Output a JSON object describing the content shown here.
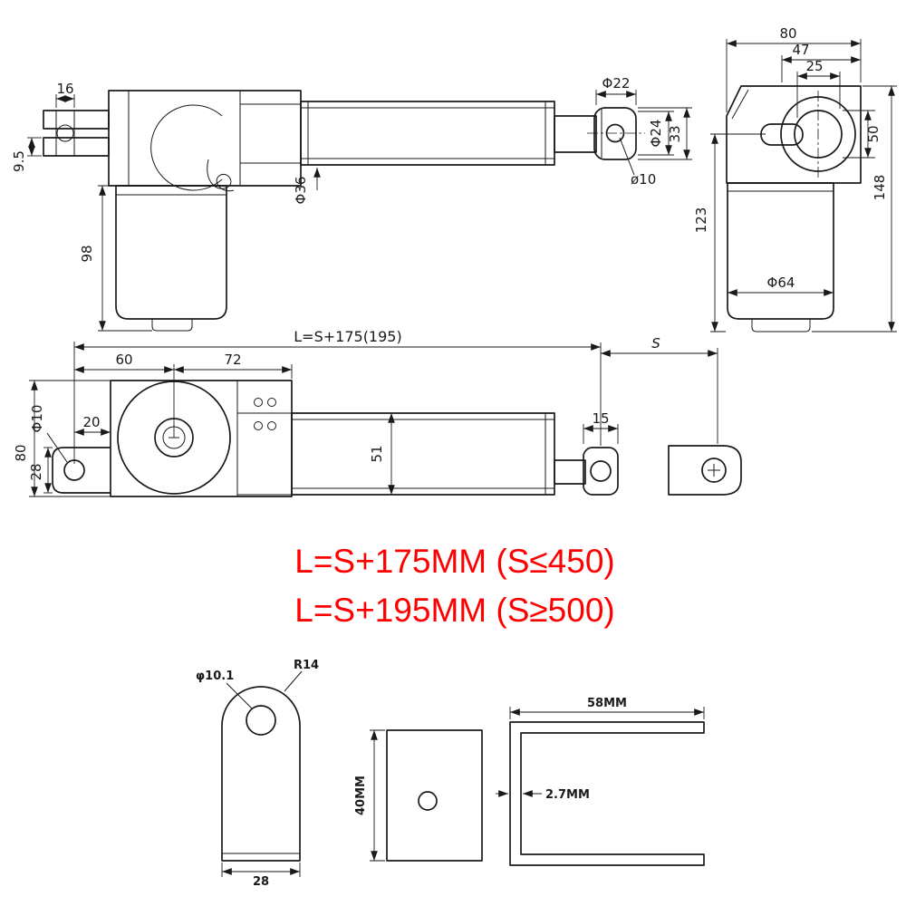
{
  "title": "Linear actuator dimensional drawing",
  "colors": {
    "line": "#1a1a1a",
    "formula": "#ff0000",
    "background": "#ffffff"
  },
  "side_view": {
    "pin_width": "16",
    "bracket_thickness": "9.5",
    "motor_length": "98",
    "tube_diameter": "Φ36",
    "rod_end_width": "Φ22",
    "clevis_diameter": "Φ24",
    "clevis_height": "33",
    "clevis_hole": "ø10"
  },
  "front_view": {
    "overall_width": "80",
    "offset_47": "47",
    "offset_25": "25",
    "bore_diameter": "50",
    "overall_height": "148",
    "motor_drop": "123",
    "motor_diameter": "Φ64"
  },
  "top_view": {
    "overall_length": "L=S+175(195)",
    "stroke": "S",
    "dim_60": "60",
    "dim_72": "72",
    "rear_hole": "Φ10",
    "dim_20": "20",
    "body_width": "80",
    "clevis_width": "28",
    "tube_width": "51",
    "front_clevis_width": "15"
  },
  "formulas": {
    "line1": "L=S+175MM (S≤450)",
    "line2": "L=S+195MM (S≥500)"
  },
  "brackets": {
    "lug_hole": "φ10.1",
    "lug_radius": "R14",
    "lug_width": "28",
    "plate_height": "40MM",
    "channel_width": "58MM",
    "channel_thickness": "2.7MM"
  }
}
